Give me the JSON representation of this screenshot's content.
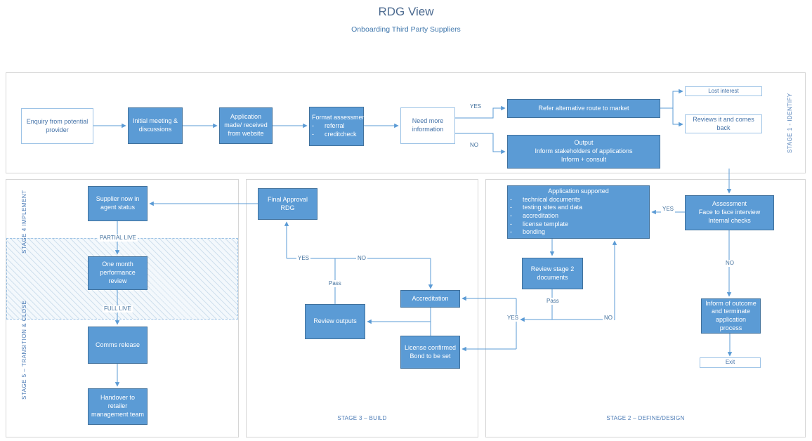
{
  "header": {
    "title": "RDG View",
    "subtitle": "Onboarding Third Party Suppliers"
  },
  "stage_labels": {
    "stage1": "STAGE 1 - IDENTIFY",
    "stage2": "STAGE 2 – DEFINE/DESIGN",
    "stage3": "STAGE 3 – BUILD",
    "stage4": "STAGE 4 IMPLEMENT",
    "stage5": "STAGE 5 – TRANSITION & CLOSE"
  },
  "nodes": {
    "enquiry": {
      "label": "Enquiry from potential provider"
    },
    "initial_meeting": {
      "label": "Initial meeting & discussions"
    },
    "application_made": {
      "label": "Application made/ received from website"
    },
    "format_assessment": {
      "title": "Format assessment",
      "items": [
        "-      referral",
        "-      creditcheck"
      ]
    },
    "need_more_info": {
      "label": "Need more information"
    },
    "refer_alternative": {
      "label": "Refer alternative route to market"
    },
    "output": {
      "line1": "Output",
      "line2": "Inform stakeholders of applications",
      "line3": "Inform + consult"
    },
    "lost_interest": {
      "label": "Lost interest"
    },
    "reviews_back": {
      "label": "Reviews it and comes back"
    },
    "assessment": {
      "line1": "Assessment",
      "line2": "Face to face interview",
      "line3": "Internal checks"
    },
    "application_supported": {
      "title": "Application supported",
      "items": [
        "-      technical documents",
        "-      testing sites and data",
        "-      accreditation",
        "-      license template",
        "-      bonding"
      ]
    },
    "review_stage2": {
      "label": "Review stage 2 documents"
    },
    "inform_outcome": {
      "label": "Inform of outcome and terminate application process"
    },
    "exit": {
      "label": "Exit"
    },
    "final_approval": {
      "label": "Final Approval RDG"
    },
    "review_outputs": {
      "label": "Review outputs"
    },
    "accreditation": {
      "label": "Accreditation"
    },
    "license_confirmed": {
      "line1": "License confirmed",
      "line2": "Bond to be set"
    },
    "supplier_agent": {
      "label": "Supplier now in agent status"
    },
    "one_month": {
      "label": "One month performance review"
    },
    "comms_release": {
      "label": "Comms release"
    },
    "handover": {
      "label": "Handover to retailer management team"
    }
  },
  "edge_labels": {
    "need_info_yes": "YES",
    "need_info_no": "NO",
    "assessment_yes": "YES",
    "assessment_no": "NO",
    "stage2_pass": "Pass",
    "stage2_yes": "YES",
    "stage2_no": "NO",
    "stage3_yes": "YES",
    "stage3_no": "NO",
    "stage3_pass": "Pass",
    "partial_live": "PARTIAL LIVE",
    "full_live": "FULL LIVE"
  },
  "colors": {
    "node_fill": "#5b9bd5",
    "node_border": "#41719c",
    "outline_node_border": "#9dc3e6",
    "accent_text": "#4472a8",
    "connector": "#5b9bd5",
    "stage_border": "#d6d6d6"
  }
}
